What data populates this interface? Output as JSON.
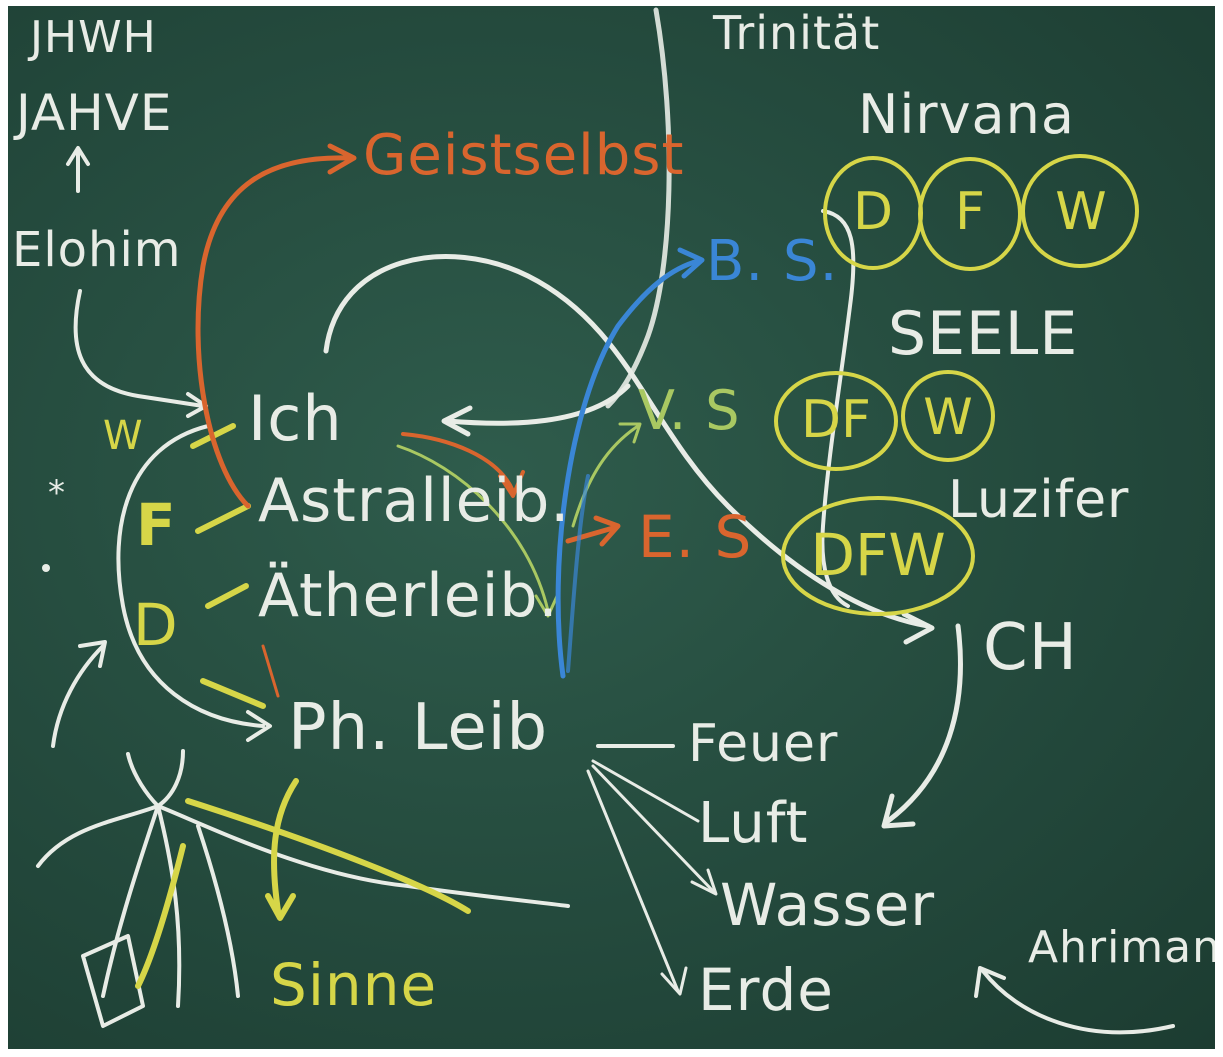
{
  "board": {
    "colors": {
      "background": "#244a3d",
      "white_chalk": "#e8ece6",
      "yellow_chalk": "#d6d648",
      "orange_chalk": "#d9652e",
      "blue_chalk": "#3a86d6",
      "green_chalk": "#a9c862"
    },
    "left_column": {
      "jhwh": "JHWH",
      "jahve": "JAHVE",
      "elohim": "Elohim"
    },
    "top": {
      "trinitaet": "Trinität",
      "nirvana": "Nirvana",
      "geistselbst": "Geistselbst"
    },
    "bodies": {
      "ich": "Ich",
      "astralleib": "Astralleib.",
      "aetherleib": "Ätherleib.",
      "ph_leib": "Ph. Leib"
    },
    "left_marks": {
      "w": "W",
      "f": "F",
      "d": "D",
      "star": "*"
    },
    "souls": {
      "bs": "B. S.",
      "vs": "V. S",
      "es": "E. S",
      "seele": "SEELE",
      "luzifer": "Luzifer",
      "ch": "CH"
    },
    "circle_rows": {
      "top": [
        "D",
        "F",
        "W"
      ],
      "middle": [
        "DF",
        "W"
      ],
      "bottom": [
        "DFW"
      ]
    },
    "elements": {
      "feuer": "Feuer",
      "luft": "Luft",
      "wasser": "Wasser",
      "erde": "Erde"
    },
    "bottom": {
      "sinne": "Sinne",
      "ahriman": "Ahriman"
    }
  }
}
